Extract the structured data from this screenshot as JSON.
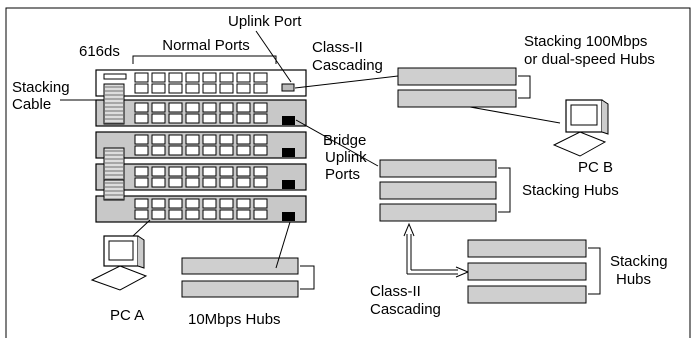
{
  "labels": {
    "unit_name": "616ds",
    "normal_ports": "Normal Ports",
    "uplink_port": "Uplink Port",
    "class2_top_line1": "Class-II",
    "class2_top_line2": "Cascading",
    "stacking_100_line1": "Stacking 100Mbps",
    "stacking_100_line2": "or dual-speed Hubs",
    "stacking_cable_line1": "Stacking",
    "stacking_cable_line2": "Cable",
    "bridge_line1": "Bridge",
    "bridge_line2": "Uplink",
    "bridge_line3": "Ports",
    "pc_b": "PC B",
    "stacking_hubs_mid": "Stacking Hubs",
    "stacking_hubs_right_line1": "Stacking",
    "stacking_hubs_right_line2": "Hubs",
    "class2_bottom_line1": "Class-II",
    "class2_bottom_line2": "Cascading",
    "pc_a": "PC A",
    "hubs_10mbps": "10Mbps Hubs"
  }
}
